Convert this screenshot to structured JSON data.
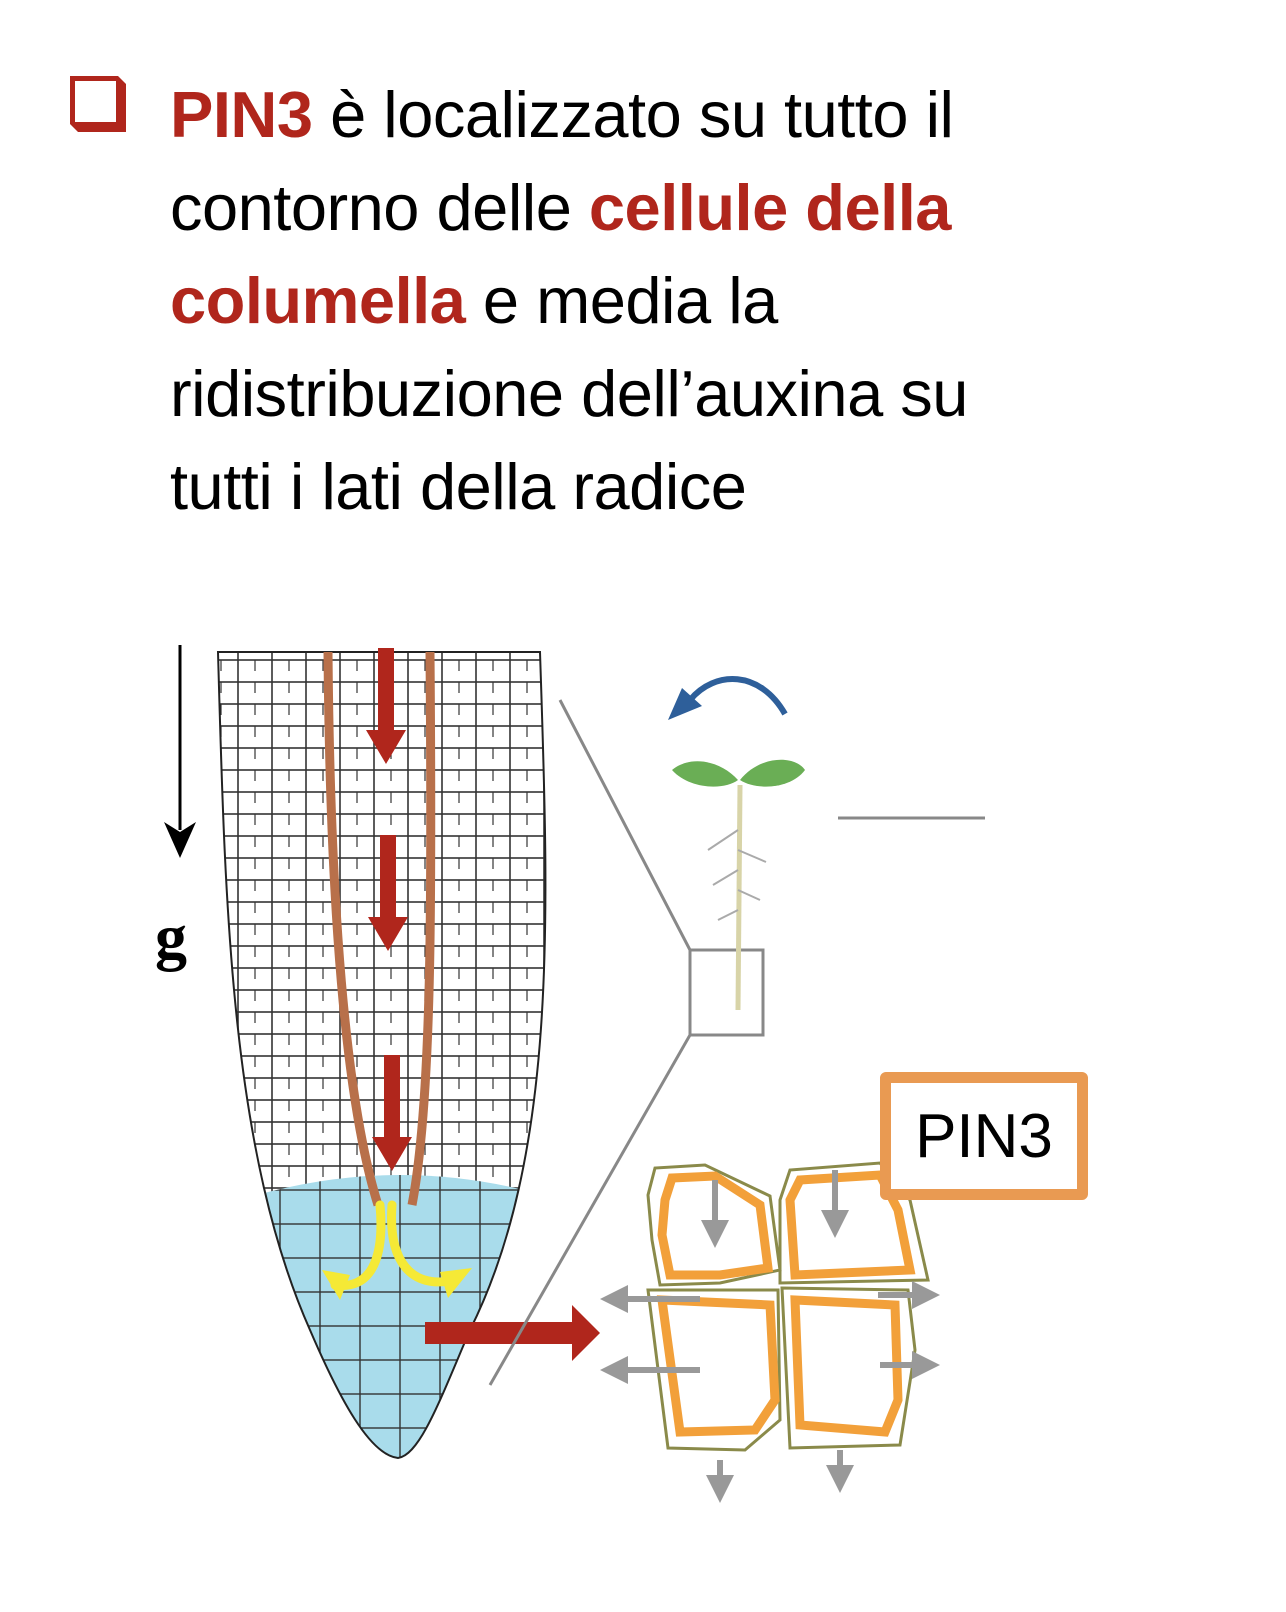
{
  "bullet_text": {
    "lines": [
      [
        {
          "text": "PIN3",
          "highlight": true
        },
        {
          "text": " è localizzato su tutto il",
          "highlight": false
        }
      ],
      [
        {
          "text": "contorno delle ",
          "highlight": false
        },
        {
          "text": "cellule della",
          "highlight": true
        }
      ],
      [
        {
          "text": "columella",
          "highlight": true
        },
        {
          "text": " e media la",
          "highlight": false
        }
      ],
      [
        {
          "text": "ridistribuzione dell’auxina su",
          "highlight": false
        }
      ],
      [
        {
          "text": "tutti i lati della radice",
          "highlight": false
        }
      ]
    ]
  },
  "figure": {
    "gravity_label": "g",
    "pin_label": "PIN3"
  },
  "colors": {
    "accent_red": "#B0261C",
    "pin_orange": "#E99A52",
    "columella_blue": "#A9DCEB",
    "auxin_yellow": "#F5E936"
  }
}
